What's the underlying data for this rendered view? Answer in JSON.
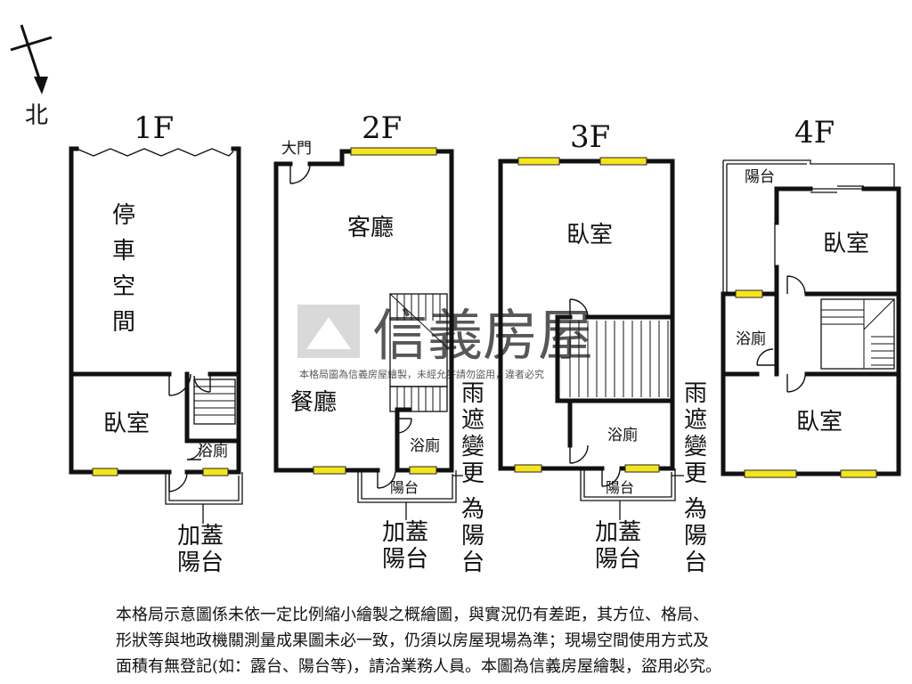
{
  "compass": {
    "north_label": "北"
  },
  "floors": {
    "f1": {
      "label": "1F",
      "rooms": {
        "parking": [
          "停",
          "車",
          "空",
          "間"
        ],
        "bedroom": "臥室",
        "bath": "浴廁"
      },
      "callout": [
        "加蓋",
        "陽台"
      ]
    },
    "f2": {
      "label": "2F",
      "rooms": {
        "main_door": "大門",
        "living": "客廳",
        "dining": "餐廳",
        "bath": "浴廁",
        "balcony": "陽台"
      },
      "callout": [
        "加蓋",
        "陽台"
      ],
      "side_note": [
        "雨",
        "遮",
        "變",
        "更",
        "為",
        "陽",
        "台"
      ]
    },
    "f3": {
      "label": "3F",
      "rooms": {
        "bedroom": "臥室",
        "bath": "浴廁",
        "balcony": "陽台"
      },
      "callout": [
        "加蓋",
        "陽台"
      ],
      "side_note": [
        "雨",
        "遮",
        "變",
        "更",
        "為",
        "陽",
        "台"
      ]
    },
    "f4": {
      "label": "4F",
      "rooms": {
        "balcony": "陽台",
        "bedroom_top": "臥室",
        "bath": "浴廁",
        "bedroom_bottom": "臥室"
      }
    }
  },
  "watermark": {
    "brand": "信義房屋",
    "line": "本格局圖為信義房屋繪製，未經允許請勿盜用，違者必究"
  },
  "disclaimer": [
    "本格局示意圖係未依一定比例縮小繪製之概繪圖，與實況仍有差距，其方位、格局、",
    "形狀等與地政機關測量成果圖未必一致，仍須以房屋現場為準；現場空間使用方式及",
    "面積有無登記(如：露台、陽台等)，請洽業務人員。本圖為信義房屋繪製，盜用必究。"
  ],
  "colors": {
    "window": "#f4e51c",
    "wall": "#111111",
    "watermark": "#c9c9c9"
  }
}
